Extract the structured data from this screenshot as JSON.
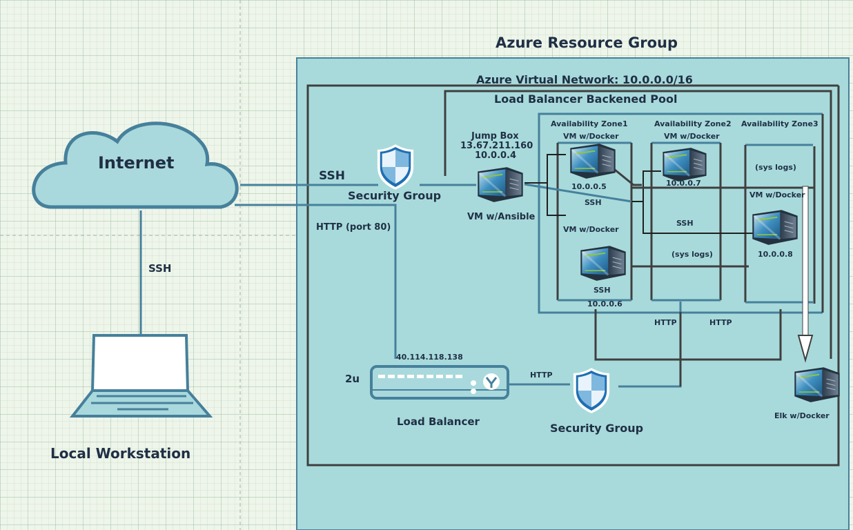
{
  "colors": {
    "azure_bg": "#a8dadb",
    "line_dark": "#3f3f3f",
    "line_blue": "#46809b",
    "cloud_fill": "#a9d9dc",
    "shield": "#1f6fb2",
    "text": "#1f2f45"
  },
  "labels": {
    "resource_group": "Azure Resource Group",
    "vnet": "Azure Virtual Network: 10.0.0.0/16",
    "pool": "Load Balancer Backened Pool",
    "internet": "Internet",
    "ssh_internet": "SSH",
    "ssh_workstation": "SSH",
    "local_workstation": "Local Workstation",
    "security_group_top": "Security Group",
    "http_port": "HTTP (port 80)",
    "jump_box": "Jump Box",
    "jump_ip_public": "13.67.211.160",
    "jump_ip_private": "10.0.0.4",
    "vm_ansible": "VM w/Ansible",
    "zone1": "Availability Zone1",
    "zone2": "Availability Zone2",
    "zone3": "Availability Zone3",
    "vm1_label": "VM w/Docker",
    "vm1_ip": "10.0.0.5",
    "vm1_ssh": "SSH",
    "vm2_label": "VM w/Docker",
    "vm2_ssh": "SSH",
    "vm2_ip": "10.0.0.6",
    "vm3_label": "VM w/Docker",
    "vm3_ip": "10.0.0.7",
    "zone2_ssh": "SSH",
    "zone2_syslogs": "(sys logs)",
    "zone3_syslogs": "(sys logs)",
    "vm4_label": "VM w/Docker",
    "vm4_ip": "10.0.0.8",
    "http_a": "HTTP",
    "http_b": "HTTP",
    "lb_ip": "40.114.118.138",
    "lb_size": "2u",
    "lb_name": "Load Balancer",
    "http_lb": "HTTP",
    "security_group_bottom": "Security Group",
    "elk": "Elk w/Docker"
  }
}
